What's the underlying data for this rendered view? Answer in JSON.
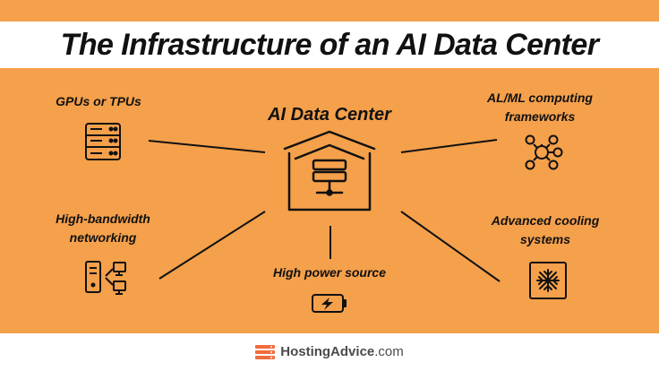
{
  "title": "The Infrastructure of an AI Data Center",
  "center": {
    "label": "AI Data Center",
    "icon": "data-center-server-icon"
  },
  "nodes": [
    {
      "label": "GPUs or TPUs",
      "icon": "gpu-server-rack-icon"
    },
    {
      "label": "High-bandwidth networking",
      "icon": "network-computers-icon"
    },
    {
      "label": "High power source",
      "icon": "battery-charging-icon"
    },
    {
      "label": "AL/ML computing frameworks",
      "icon": "neural-network-nodes-icon"
    },
    {
      "label": "Advanced cooling systems",
      "icon": "snowflake-icon"
    }
  ],
  "footer": {
    "brand": "HostingAdvice",
    "suffix": ".com",
    "icon": "hostingadvice-logo-icon"
  },
  "colors": {
    "background": "#f5a04b",
    "ink": "#111111",
    "logo": "#f26b3a",
    "white": "#ffffff"
  }
}
